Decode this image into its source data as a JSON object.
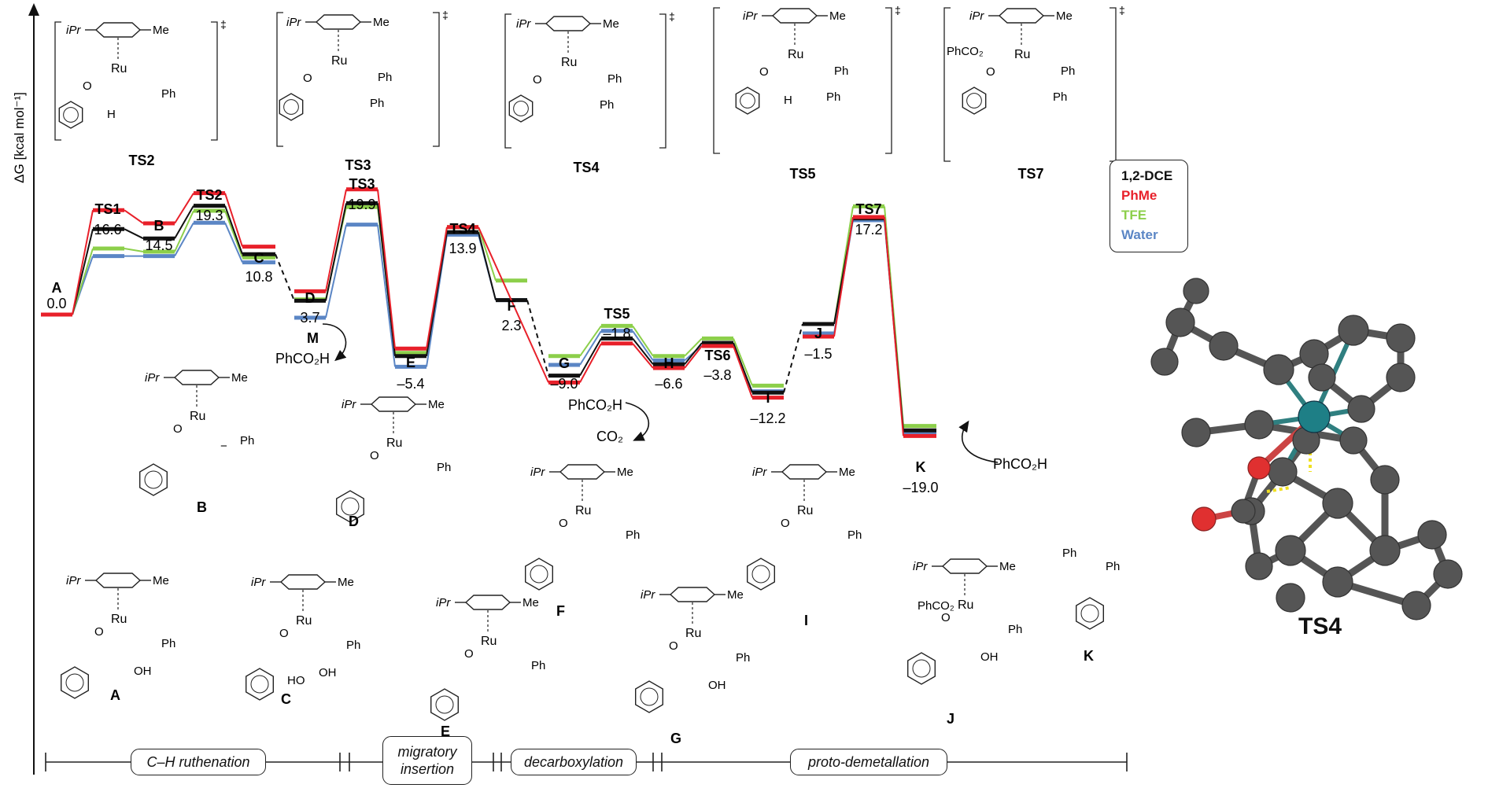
{
  "axis": {
    "ylabel": "ΔG [kcal mol⁻¹]"
  },
  "legend": [
    {
      "label": "1,2-DCE",
      "color": "#111111"
    },
    {
      "label": "PhMe",
      "color": "#e8202a"
    },
    {
      "label": "TFE",
      "color": "#8ccf4a"
    },
    {
      "label": "Water",
      "color": "#5b86c5"
    }
  ],
  "phases": {
    "ch": "C–H ruthenation",
    "mig": "migratory insertion",
    "decarb": "decarboxylation",
    "proto": "proto-demetallation"
  },
  "states": [
    {
      "name": "A",
      "value": "0.0"
    },
    {
      "name": "TS1",
      "value": "16.6"
    },
    {
      "name": "B",
      "value": "14.5"
    },
    {
      "name": "TS2",
      "value": "19.3"
    },
    {
      "name": "C",
      "value": "10.8"
    },
    {
      "name": "D",
      "value": "3.7"
    },
    {
      "name": "TS3",
      "value": "19.9"
    },
    {
      "name": "E",
      "value": "–5.4"
    },
    {
      "name": "TS4",
      "value": "13.9"
    },
    {
      "name": "F",
      "value": "2.3"
    },
    {
      "name": "G",
      "value": "–9.0"
    },
    {
      "name": "TS5",
      "value": "–1.8"
    },
    {
      "name": "H",
      "value": "–6.6"
    },
    {
      "name": "TS6",
      "value": "–3.8"
    },
    {
      "name": "I",
      "value": "–12.2"
    },
    {
      "name": "J",
      "value": "–1.5"
    },
    {
      "name": "TS7",
      "value": "17.2"
    },
    {
      "name": "K",
      "value": "–19.0"
    }
  ],
  "annotations": {
    "m": "M",
    "phco2h_m": "PhCO₂H",
    "phco2h_g": "PhCO₂H",
    "co2_g": "CO₂",
    "phco2h_j": "PhCO₂H"
  },
  "ts_captions": [
    "TS2",
    "TS3",
    "TS4",
    "TS5",
    "TS7"
  ],
  "structure_captions": [
    "B",
    "D",
    "F",
    "I",
    "A",
    "C",
    "E",
    "G",
    "J",
    "K"
  ],
  "struct_text": {
    "ipr": "iPr",
    "me": "Me",
    "ru": "Ru",
    "ph": "Ph",
    "h": "H",
    "o": "O",
    "oh": "OH",
    "ho": "HO",
    "phco2": "PhCO₂",
    "dagger": "‡",
    "minus": "−"
  },
  "model_caption": "TS4",
  "chart_data": {
    "type": "line",
    "ylabel": "ΔG [kcal mol⁻¹]",
    "x": [
      "A",
      "TS1",
      "B",
      "TS2",
      "C",
      "D",
      "TS3",
      "E",
      "TS4",
      "F",
      "G",
      "TS5",
      "H",
      "TS6",
      "I",
      "J",
      "TS7",
      "K"
    ],
    "series": [
      {
        "name": "PhMe",
        "values": [
          0.0,
          16.6,
          14.5,
          19.3,
          10.8,
          3.7,
          19.9,
          -5.4,
          13.9,
          null,
          -10.8,
          -4.6,
          -8.5,
          -5.0,
          -13.2,
          -3.5,
          15.5,
          -19.3
        ]
      },
      {
        "name": "1,2-DCE",
        "values": [
          0.0,
          13.6,
          12.1,
          17.3,
          9.6,
          2.2,
          17.7,
          -6.6,
          13.1,
          2.3,
          -9.7,
          -3.8,
          -7.9,
          -4.5,
          -12.4,
          -1.5,
          15.3,
          -18.4
        ]
      },
      {
        "name": "TFE",
        "values": [
          0.0,
          10.5,
          10.0,
          16.5,
          9.1,
          2.4,
          17.1,
          -6.1,
          13.9,
          5.4,
          -6.6,
          -1.8,
          -6.6,
          -3.8,
          -11.3,
          -1.5,
          17.2,
          -17.7
        ]
      },
      {
        "name": "Water",
        "values": [
          0.0,
          9.3,
          9.3,
          14.6,
          8.3,
          -0.5,
          14.3,
          -8.3,
          12.7,
          2.3,
          -8.0,
          -2.6,
          -7.3,
          -4.9,
          -12.2,
          -3.0,
          15.0,
          -18.8
        ]
      }
    ]
  }
}
